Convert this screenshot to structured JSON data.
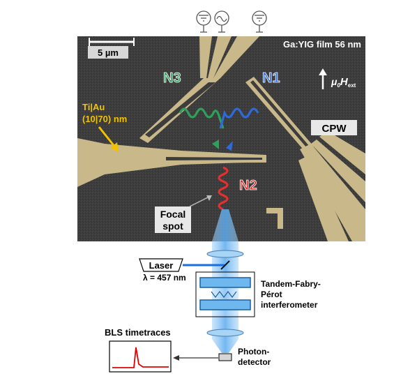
{
  "sem": {
    "film_label": "Ga:YIG film 56 nm",
    "scale_bar": "5 µm",
    "field_symbol": "μ",
    "field_sub0": "0",
    "field_H": "H",
    "field_sub_ext": "ext",
    "electrode_label_line1": "Ti|Au",
    "electrode_label_line2": "(10|70) nm",
    "cpw_label": "CPW",
    "n1": "N1",
    "n2": "N2",
    "n3": "N3",
    "focal_line1": "Focal",
    "focal_line2": "spot"
  },
  "setup": {
    "laser": "Laser",
    "wavelength": "λ = 457 nm",
    "tfp_line1": "Tandem-Fabry-",
    "tfp_line2": "Pérot",
    "tfp_line3": "interferometer",
    "detector_line1": "Photon-",
    "detector_line2": "detector",
    "bls_title": "BLS timetraces"
  },
  "colors": {
    "sem_background": "#3c3c3c",
    "gold": "#c9b98a",
    "n1": "#2f6ad8",
    "n2": "#e63030",
    "n3": "#2ea05a",
    "beam": "#6fb6f0",
    "electrode_label": "#f2c200",
    "trace": "#e00000"
  },
  "icons": [
    "ground-icon",
    "ac-source-icon",
    "ground-icon"
  ]
}
